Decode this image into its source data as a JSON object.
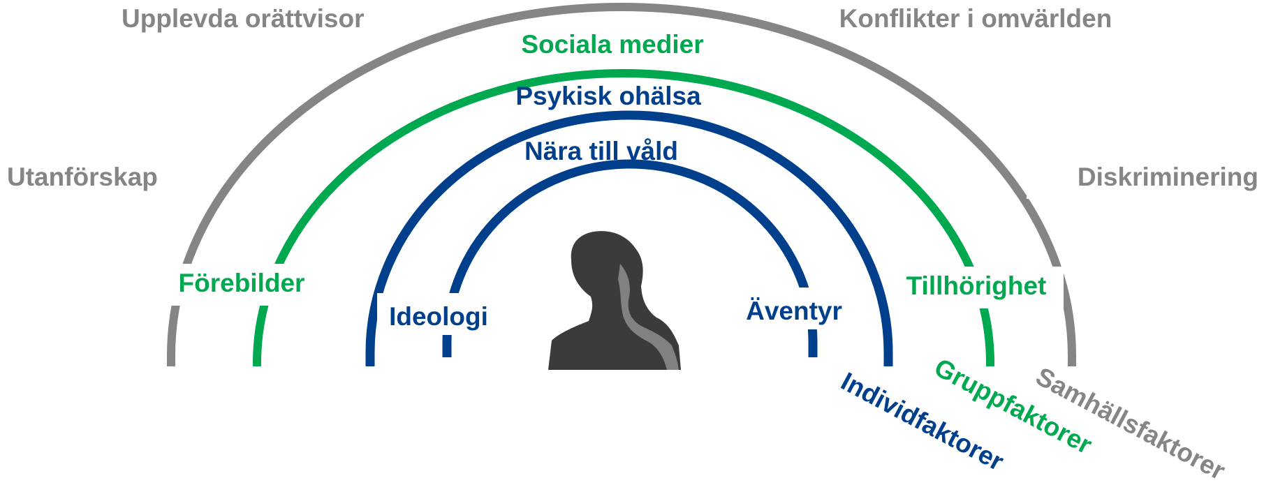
{
  "colors": {
    "samhall": "#858585",
    "grupp": "#00a950",
    "individ": "#003f8c",
    "silhouette": "#3c3a3a"
  },
  "rings": [
    {
      "name": "outer-ring",
      "color": "#858585"
    },
    {
      "name": "green-ring",
      "color": "#00a950"
    },
    {
      "name": "blue-outer-ring",
      "color": "#003f8c"
    },
    {
      "name": "blue-inner-ring",
      "color": "#003f8c"
    }
  ],
  "labels": {
    "upplevda": "Upplevda orättvisor",
    "konflikter": "Konflikter i omvärlden",
    "sociala": "Sociala medier",
    "psykisk": "Psykisk ohälsa",
    "nara": "Nära till våld",
    "utanforskap": "Utanförskap",
    "diskriminering": "Diskriminering",
    "forebilder": "Förebilder",
    "tillhorighet": "Tillhörighet",
    "ideologi": "Ideologi",
    "aventyr": "Äventyr"
  },
  "legend": {
    "individ": "Individfaktorer",
    "grupp": "Gruppfaktorer",
    "samhall": "Samhällsfaktorer"
  },
  "icons": {
    "person": "person-silhouette-icon"
  }
}
